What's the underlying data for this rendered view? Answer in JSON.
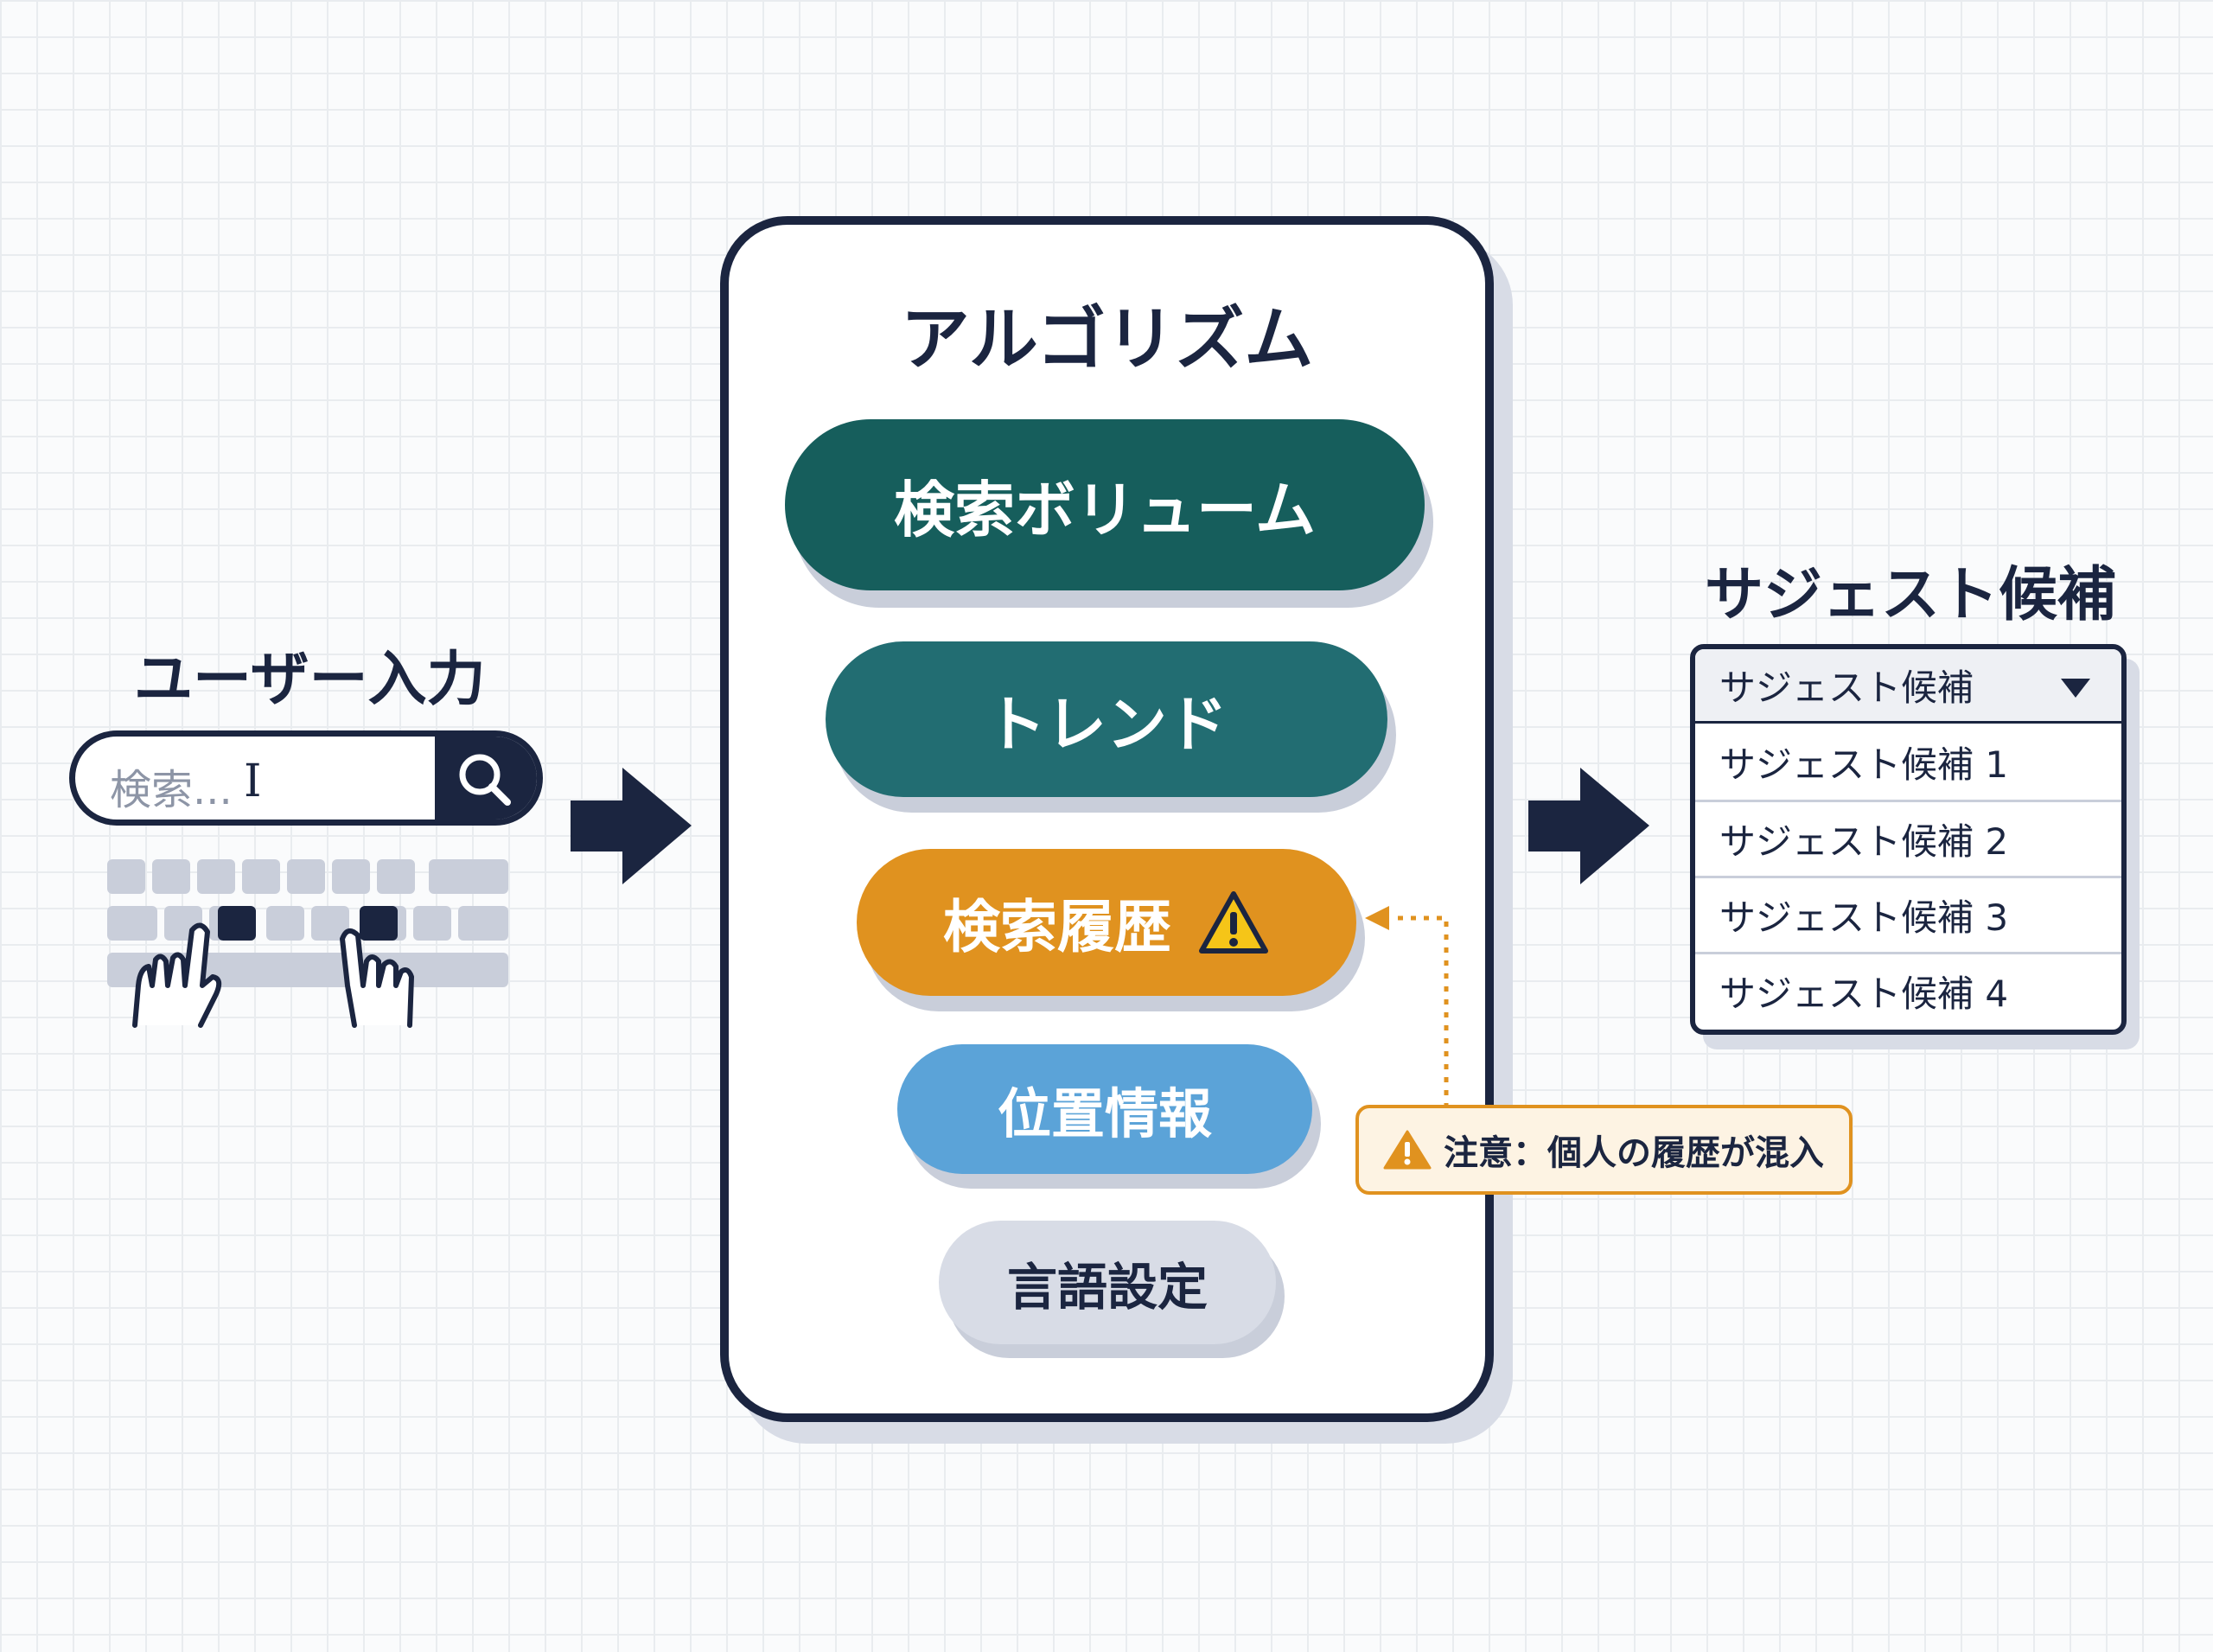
{
  "user_input": {
    "title": "ユーザー入力",
    "search_placeholder": "検索...",
    "caret": "I"
  },
  "algorithm": {
    "title": "アルゴリズム",
    "factors": [
      {
        "label": "検索ボリューム",
        "color": "#165e5c"
      },
      {
        "label": "トレンド",
        "color": "#226d72"
      },
      {
        "label": "検索履歴",
        "color": "#e0921f"
      },
      {
        "label": "位置情報",
        "color": "#5ba3d8"
      },
      {
        "label": "言語設定",
        "color": "#d8dce6"
      }
    ]
  },
  "caution": {
    "text": "注意：個人の履歴が混入"
  },
  "suggestions": {
    "title": "サジェスト候補",
    "dropdown_label": "サジェスト候補",
    "items": [
      "サジェスト候補 1",
      "サジェスト候補 2",
      "サジェスト候補 3",
      "サジェスト候補 4"
    ]
  },
  "colors": {
    "navy": "#1b2540",
    "warning": "#e0921f"
  }
}
